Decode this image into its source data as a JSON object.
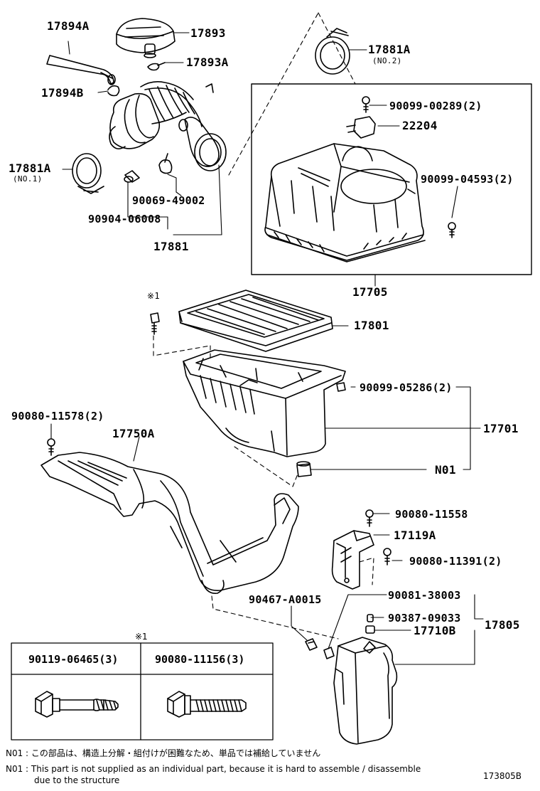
{
  "labels": {
    "p17894a": "17894A",
    "p17893": "17893",
    "p17893a": "17893A",
    "p17894b": "17894B",
    "p17881a_no2": "17881A",
    "no2": "(NO.2)",
    "p90099_00289": "90099-00289(2)",
    "p22204": "22204",
    "p17881a_no1": "17881A",
    "no1": "(NO.1)",
    "p90099_04593": "90099-04593(2)",
    "p90069_49002": "90069-49002",
    "p90904_06008": "90904-06008",
    "p17881": "17881",
    "p17705": "17705",
    "mark1": "※1",
    "p17801": "17801",
    "p90099_05286": "90099-05286(2)",
    "p90080_11578": "90080-11578(2)",
    "p17750a": "17750A",
    "p17701": "17701",
    "n01": "N01",
    "p90080_11558": "90080-11558",
    "p17119a": "17119A",
    "p90080_11391": "90080-11391(2)",
    "p90467_a0015": "90467-A0015",
    "p90081_38003": "90081-38003",
    "p90387_09033": "90387-09033",
    "p17710b": "17710B",
    "p17805": "17805"
  },
  "bolt_table": {
    "mark": "※1",
    "col1": "90119-06465(3)",
    "col2": "90080-11156(3)"
  },
  "notes": {
    "jp": "N01 : この部品は、構造上分解・組付けが困難なため、単品では補給していません",
    "en1": "N01 : This part is not supplied as an individual part, because it is hard to assemble / disassemble",
    "en2": "due to the structure"
  },
  "ref_number": "173805B"
}
